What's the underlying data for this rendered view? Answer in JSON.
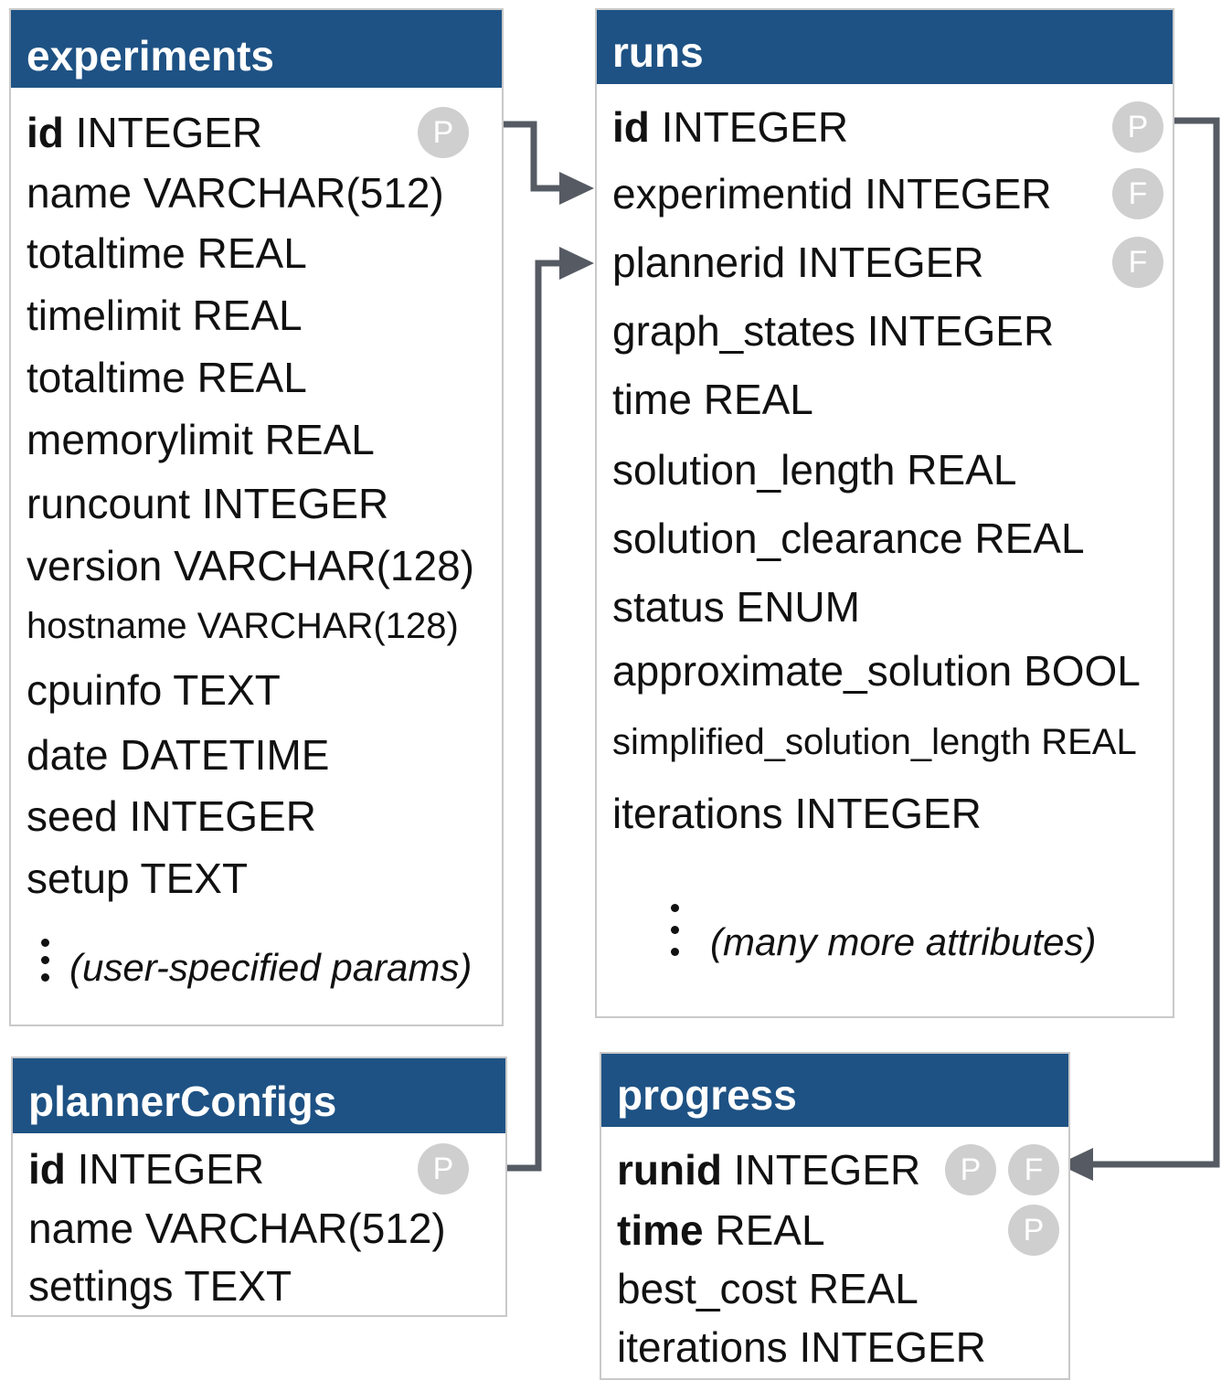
{
  "tables": {
    "experiments": {
      "title": "experiments",
      "fields": [
        {
          "name": "id",
          "type": "INTEGER",
          "pk": true,
          "badge": "P"
        },
        {
          "name": "name",
          "type": "VARCHAR(512)"
        },
        {
          "name": "totaltime",
          "type": "REAL"
        },
        {
          "name": "timelimit",
          "type": "REAL"
        },
        {
          "name": "totaltime",
          "type": "REAL"
        },
        {
          "name": "memorylimit",
          "type": "REAL"
        },
        {
          "name": "runcount",
          "type": "INTEGER"
        },
        {
          "name": "version",
          "type": "VARCHAR(128)"
        },
        {
          "name": "hostname",
          "type": "VARCHAR(128)"
        },
        {
          "name": "cpuinfo",
          "type": "TEXT"
        },
        {
          "name": "date",
          "type": "DATETIME"
        },
        {
          "name": "seed",
          "type": "INTEGER"
        },
        {
          "name": "setup",
          "type": "TEXT"
        }
      ],
      "more": "(user-specified params)"
    },
    "runs": {
      "title": "runs",
      "fields": [
        {
          "name": "id",
          "type": "INTEGER",
          "pk": true,
          "badge": "P"
        },
        {
          "name": "experimentid",
          "type": "INTEGER",
          "badge": "F"
        },
        {
          "name": "plannerid",
          "type": "INTEGER",
          "badge": "F"
        },
        {
          "name": "graph_states",
          "type": "INTEGER"
        },
        {
          "name": "time",
          "type": "REAL"
        },
        {
          "name": "solution_length",
          "type": "REAL"
        },
        {
          "name": "solution_clearance",
          "type": "REAL"
        },
        {
          "name": "status",
          "type": "ENUM"
        },
        {
          "name": "approximate_solution",
          "type": "BOOL"
        },
        {
          "name": "simplified_solution_length",
          "type": "REAL"
        },
        {
          "name": "iterations",
          "type": "INTEGER"
        }
      ],
      "more": "(many more attributes)"
    },
    "plannerConfigs": {
      "title": "plannerConfigs",
      "fields": [
        {
          "name": "id",
          "type": "INTEGER",
          "pk": true,
          "badge": "P"
        },
        {
          "name": "name",
          "type": "VARCHAR(512)"
        },
        {
          "name": "settings",
          "type": "TEXT"
        }
      ]
    },
    "progress": {
      "title": "progress",
      "fields": [
        {
          "name": "runid",
          "type": "INTEGER",
          "pk": true,
          "badges": [
            "P",
            "F"
          ]
        },
        {
          "name": "time",
          "type": "REAL",
          "pk": true,
          "badge": "P"
        },
        {
          "name": "best_cost",
          "type": "REAL"
        },
        {
          "name": "iterations",
          "type": "INTEGER"
        }
      ]
    }
  },
  "relations": [
    {
      "from": "experiments.id",
      "to": "runs.experimentid"
    },
    {
      "from": "plannerConfigs.id",
      "to": "runs.plannerid"
    },
    {
      "from": "runs.id",
      "to": "progress.runid"
    }
  ],
  "colors": {
    "header": "#1e5284",
    "header_text": "#ffffff",
    "border": "#c9c9c9",
    "badge": "#cfcfcf",
    "connector": "#565b63"
  }
}
